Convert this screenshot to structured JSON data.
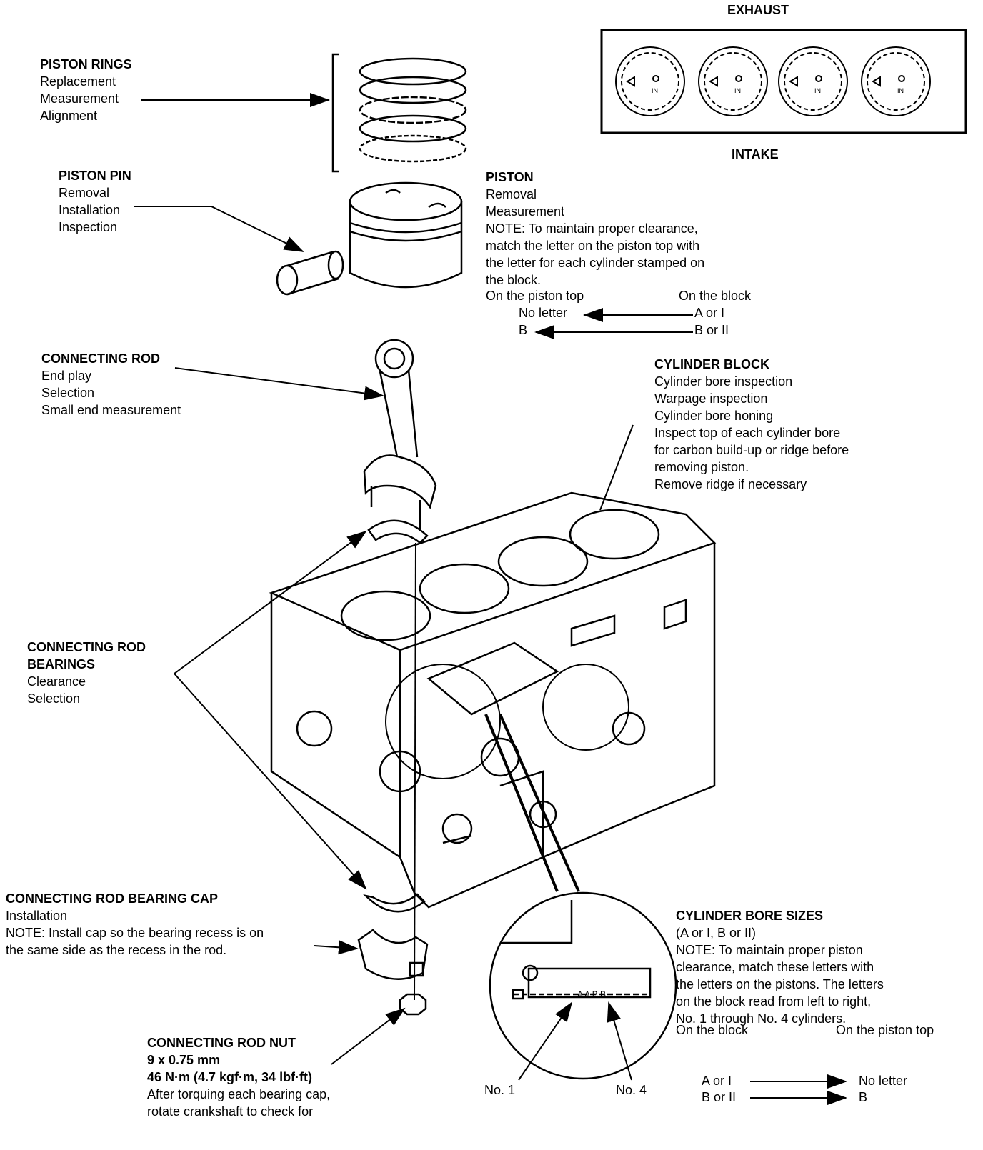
{
  "top_diagram": {
    "exhaust": "EXHAUST",
    "intake": "INTAKE",
    "piston_mark": "IN"
  },
  "piston_rings": {
    "title": "PISTON RINGS",
    "lines": [
      "Replacement",
      "Measurement",
      "Alignment"
    ]
  },
  "piston_pin": {
    "title": "PISTON PIN",
    "lines": [
      "Removal",
      "Installation",
      "Inspection"
    ]
  },
  "piston": {
    "title": "PISTON",
    "lines": [
      "Removal",
      "Measurement",
      "NOTE:  To maintain proper clearance,",
      "match the letter on the piston top with",
      "the letter for each cylinder stamped on",
      "the block."
    ],
    "col_piston_top": "On the piston top",
    "col_block": "On the block",
    "map": [
      {
        "piston": "No letter",
        "block": "A or I"
      },
      {
        "piston": "B",
        "block": "B or II"
      }
    ]
  },
  "connecting_rod": {
    "title": "CONNECTING ROD",
    "lines": [
      "End play",
      "Selection",
      "Small end measurement"
    ]
  },
  "cylinder_block": {
    "title": "CYLINDER BLOCK",
    "lines": [
      "Cylinder bore inspection",
      "Warpage inspection",
      "Cylinder bore honing",
      "Inspect top of each cylinder bore",
      "for carbon build-up or ridge before",
      "removing piston.",
      "Remove ridge if necessary"
    ]
  },
  "rod_bearings": {
    "title1": "CONNECTING ROD",
    "title2": "BEARINGS",
    "lines": [
      "Clearance",
      "Selection"
    ]
  },
  "bearing_cap": {
    "title": "CONNECTING ROD BEARING CAP",
    "lines": [
      "Installation",
      "NOTE:  Install cap so the bearing recess is on",
      "the same side as the recess in the rod."
    ]
  },
  "rod_nut": {
    "title": "CONNECTING ROD NUT",
    "spec1": "9 x 0.75 mm",
    "spec2": "46 N·m (4.7 kgf·m, 34 lbf·ft)",
    "lines": [
      "After torquing each bearing cap,",
      "rotate crankshaft to check for"
    ]
  },
  "bore_sizes": {
    "title": "CYLINDER BORE SIZES",
    "lines": [
      "(A or I, B or II)",
      "NOTE:  To maintain proper piston",
      "clearance, match these letters with",
      "the letters on the pistons. The letters",
      "on the block read from left to right,",
      "No. 1 through No. 4 cylinders."
    ],
    "col_block": "On the block",
    "col_piston_top": "On the piston top",
    "map": [
      {
        "block": "A or I",
        "piston": "No letter"
      },
      {
        "block": "B or II",
        "piston": "B"
      }
    ],
    "stamp": "A A B B",
    "no1": "No. 1",
    "no4": "No. 4"
  }
}
